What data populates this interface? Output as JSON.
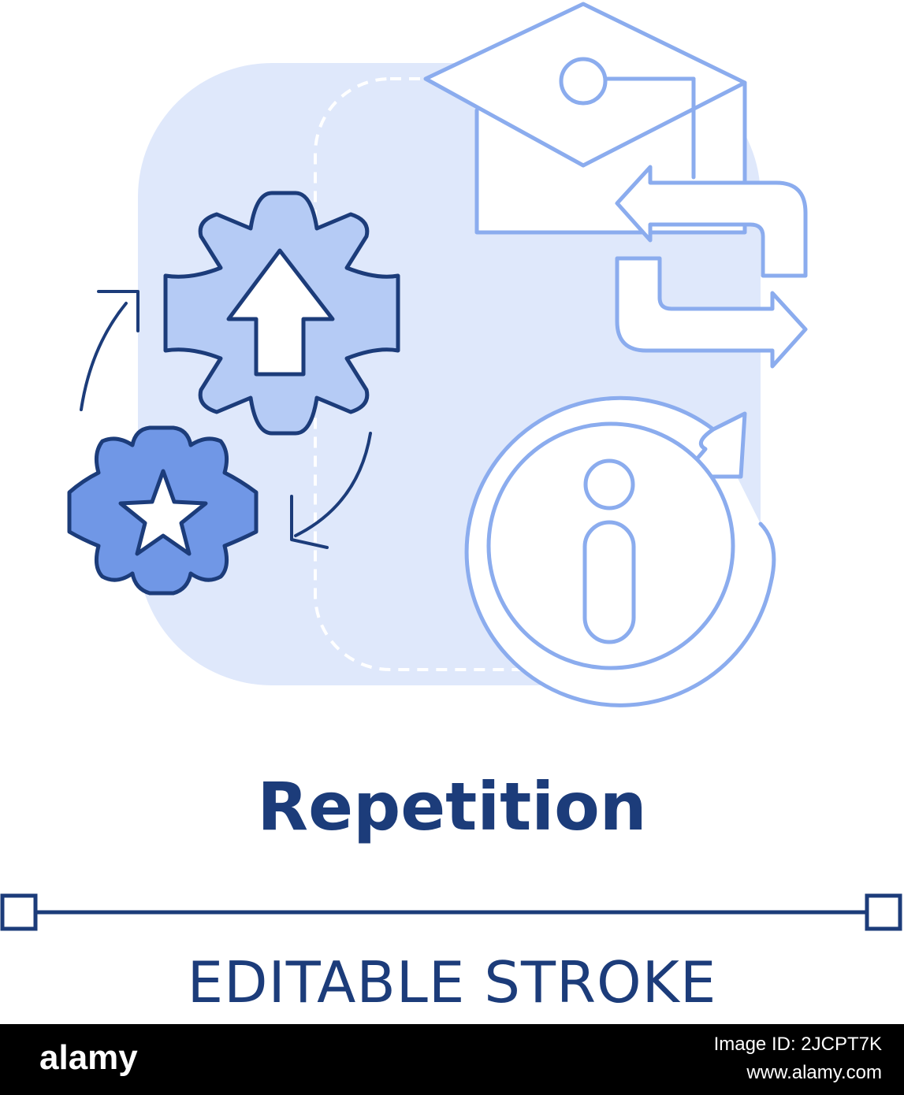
{
  "title": "Repetition",
  "caption": "EDITABLE STROKE",
  "footer": {
    "brand": "alamy",
    "image_id": "Image ID: 2JCPT7K",
    "site": "www.alamy.com"
  },
  "colors": {
    "dark_navy": "#1c3c7a",
    "light_blue_bg": "#dfe8fb",
    "line_blue": "#8bacee",
    "gear_top_fill": "#b5cbf5",
    "gear_bottom_fill": "#7097e6",
    "footer_bg": "#000000"
  },
  "icons": [
    "gear-arrow-up-icon",
    "gear-star-icon",
    "cycle-arrows-icon",
    "graduation-cap-icon",
    "swap-arrows-icon",
    "info-refresh-icon",
    "editable-stroke-handle-icon"
  ]
}
